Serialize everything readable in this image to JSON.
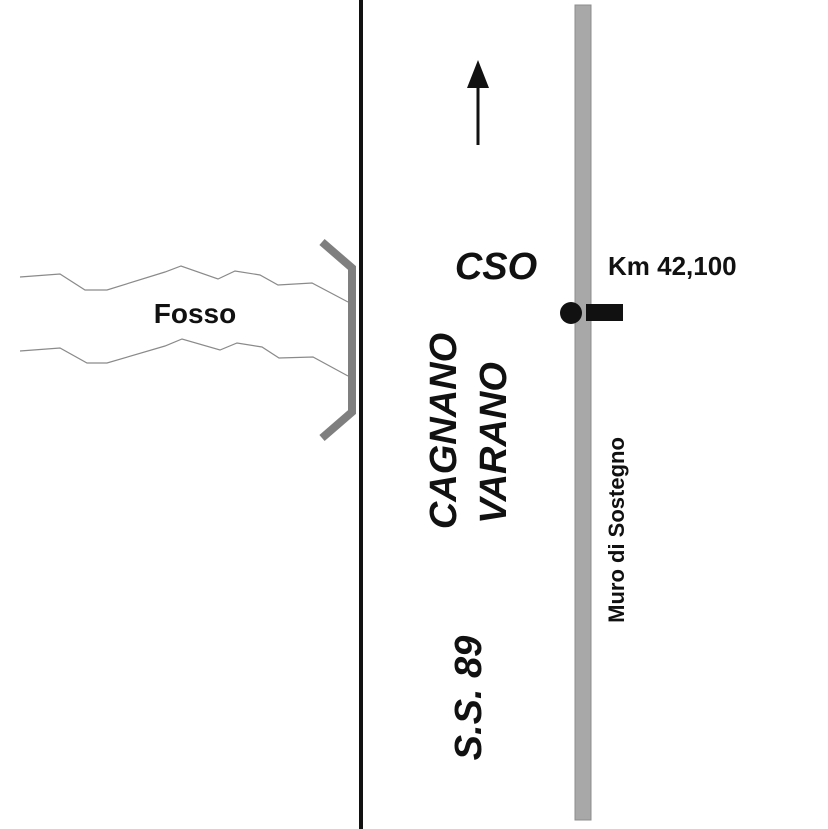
{
  "labels": {
    "ditch": "Fosso",
    "cso": "CSO",
    "km": "Km 42,100",
    "town1": "CAGNANO",
    "town2": "VARANO",
    "road": "S.S. 89",
    "wall": "Muro di Sostegno"
  },
  "colors": {
    "road_edge": "#111111",
    "wall": "#a8a8a8",
    "culvert": "#7f7f7f",
    "ditch_line": "#8a8a8a"
  }
}
